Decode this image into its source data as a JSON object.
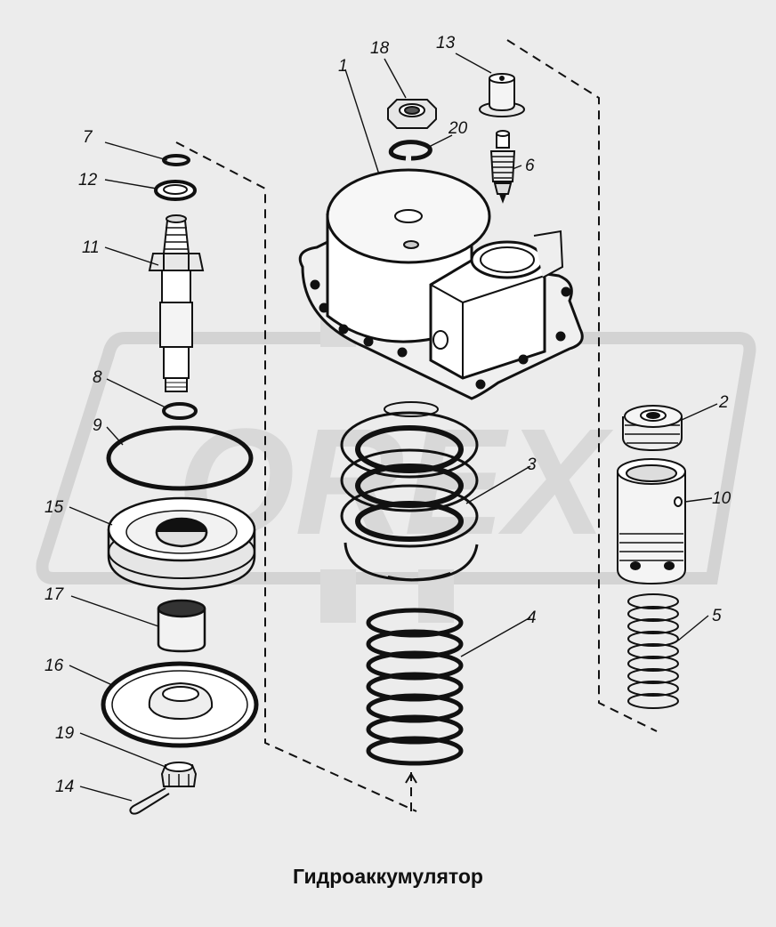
{
  "caption": "Гидроаккумулятор",
  "watermark": "OREX",
  "callouts": {
    "n1": "1",
    "n2": "2",
    "n3": "3",
    "n4": "4",
    "n5": "5",
    "n6": "6",
    "n7": "7",
    "n8": "8",
    "n9": "9",
    "n10": "10",
    "n11": "11",
    "n12": "12",
    "n13": "13",
    "n14": "14",
    "n15": "15",
    "n16": "16",
    "n17": "17",
    "n18": "18",
    "n19": "19",
    "n20": "20"
  },
  "colors": {
    "background": "#ececec",
    "watermark": "#d6d6d6",
    "line": "#111111",
    "part_fill": "#ffffff",
    "part_shade": "#dcdcdc"
  }
}
